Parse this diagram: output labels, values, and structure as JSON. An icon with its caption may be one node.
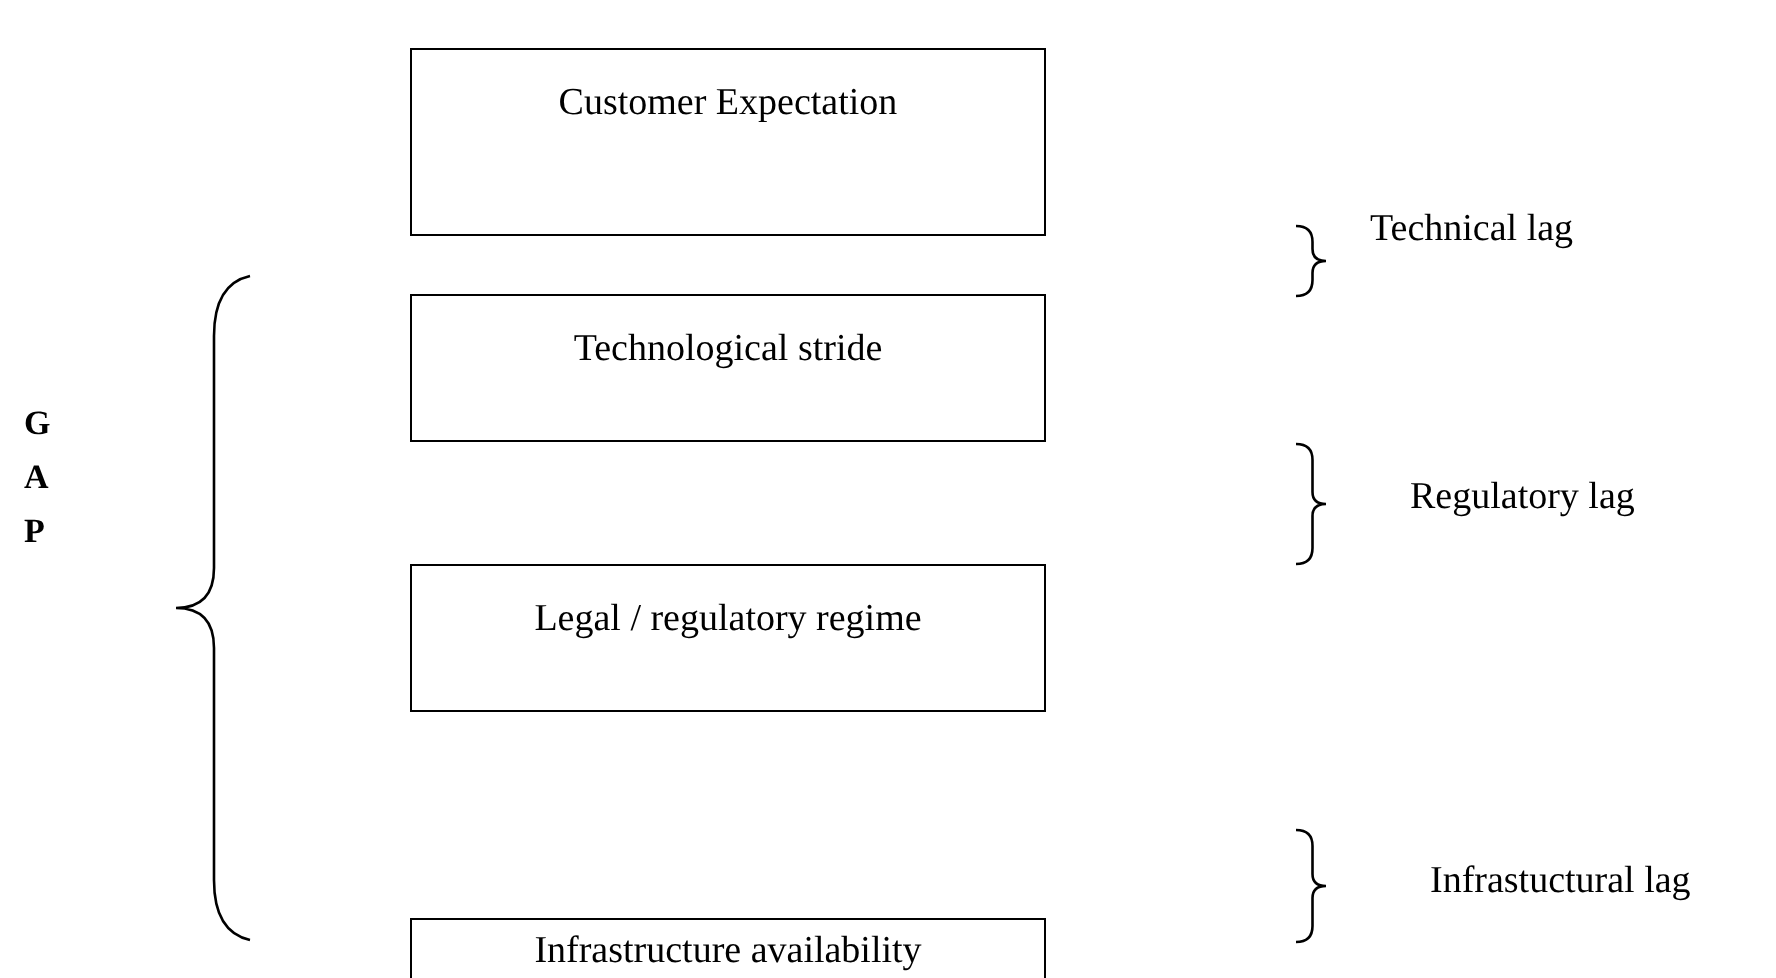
{
  "diagram": {
    "nodes": [
      {
        "text": [
          "Customer Expectation"
        ]
      },
      {
        "text": [
          "Technological stride"
        ]
      },
      {
        "text": [
          "Legal / regulatory regime"
        ]
      },
      {
        "text": [
          "Infrastructure availability"
        ]
      }
    ],
    "labels": [
      "GAP",
      "Technical lag",
      "Regulatory lag",
      "Infrastuctural lag"
    ]
  }
}
